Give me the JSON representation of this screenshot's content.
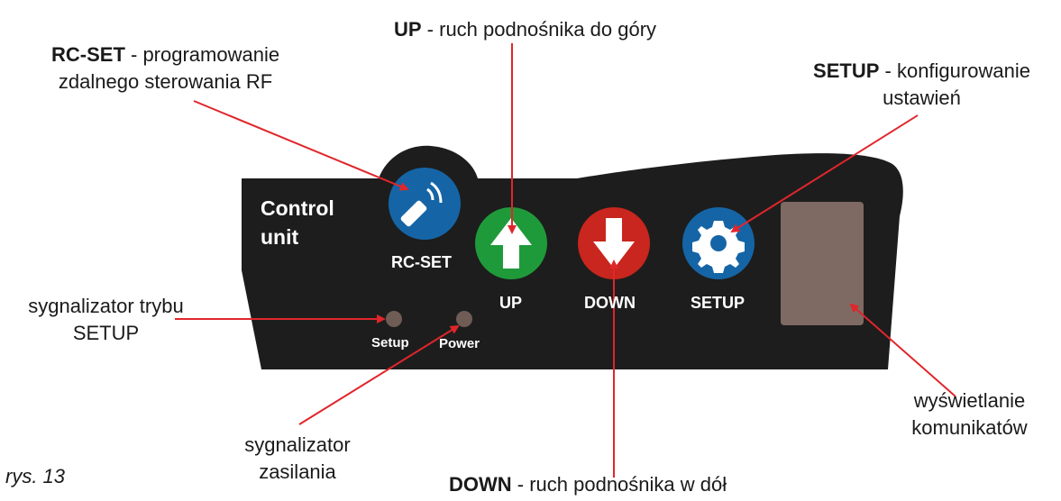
{
  "panel": {
    "title_line1": "Control",
    "title_line2": "unit",
    "btn_rcset": "RC-SET",
    "btn_up": "UP",
    "btn_down": "DOWN",
    "btn_setup": "SETUP",
    "led_setup": "Setup",
    "led_power": "Power"
  },
  "callouts": {
    "up": {
      "bold": "UP",
      "text": " - ruch podnośnika do góry"
    },
    "rcset": {
      "bold": "RC-SET",
      "text": " - programowanie",
      "line2": "zdalnego sterowania RF"
    },
    "setup": {
      "bold": "SETUP",
      "text": " - konfigurowanie",
      "line2": "ustawień"
    },
    "setup_led": {
      "line1": "sygnalizator trybu",
      "line2": "SETUP"
    },
    "power_led": {
      "line1": "sygnalizator",
      "line2": "zasilania"
    },
    "display": {
      "line1": "wyświetlanie",
      "line2": "komunikatów"
    },
    "down": {
      "bold": "DOWN",
      "text": " - ruch podnośnika w dół"
    }
  },
  "caption": "rys. 13",
  "colors": {
    "panel": "#1d1d1d",
    "rcset_button": "#1565a6",
    "up_button": "#1f9a3a",
    "down_button": "#c8261e",
    "setup_button": "#1565a6",
    "display": "#7e6a62",
    "led": "#6f5c55",
    "arrow": "#e0262b"
  }
}
